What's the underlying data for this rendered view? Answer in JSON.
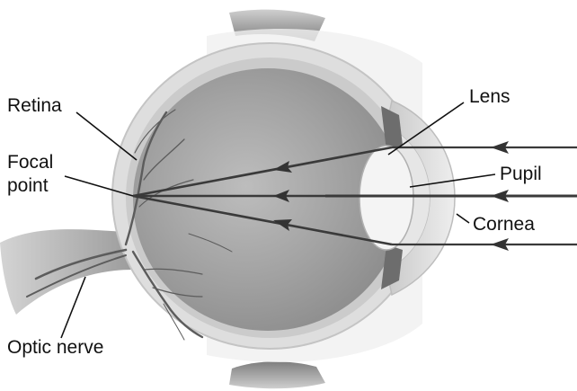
{
  "labels": {
    "retina": "Retina",
    "focal_line1": "Focal",
    "focal_line2": "point",
    "optic_nerve": "Optic nerve",
    "lens": "Lens",
    "pupil": "Pupil",
    "cornea": "Cornea"
  },
  "colors": {
    "background": "#ffffff",
    "label_text": "#111111",
    "leader_line": "#111111",
    "light_ray": "#3a3a3a",
    "eye_fill": "#a8a8a8",
    "sclera": "#dcdcdc",
    "vessels": "#5c5c5c"
  }
}
